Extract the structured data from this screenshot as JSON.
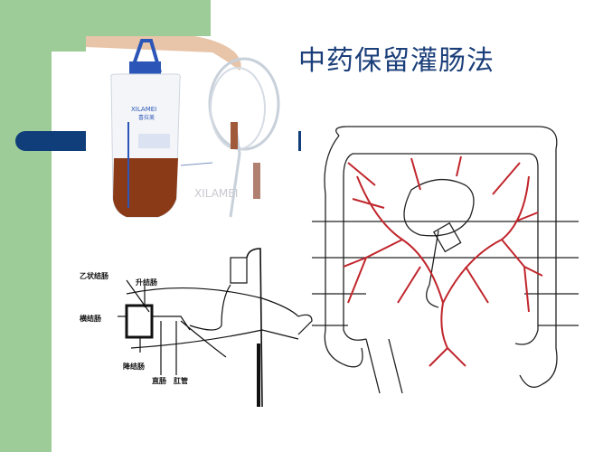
{
  "slide": {
    "title": "中药保留灌肠法",
    "colors": {
      "accent_green": "#9dcc98",
      "accent_blue": "#0f3e7a",
      "title": "#1b3f7a",
      "vessel_red": "#c0262c"
    }
  },
  "photo": {
    "brand_logo": "XILAMEI",
    "brand_cn": "喜拉美"
  },
  "leg_diagram": {
    "labels": {
      "sigmoid": "乙状结肠",
      "ascending": "升结肠",
      "transverse": "横结肠",
      "descending": "降结肠",
      "rectum": "直肠",
      "anal_tube": "肛管"
    }
  }
}
